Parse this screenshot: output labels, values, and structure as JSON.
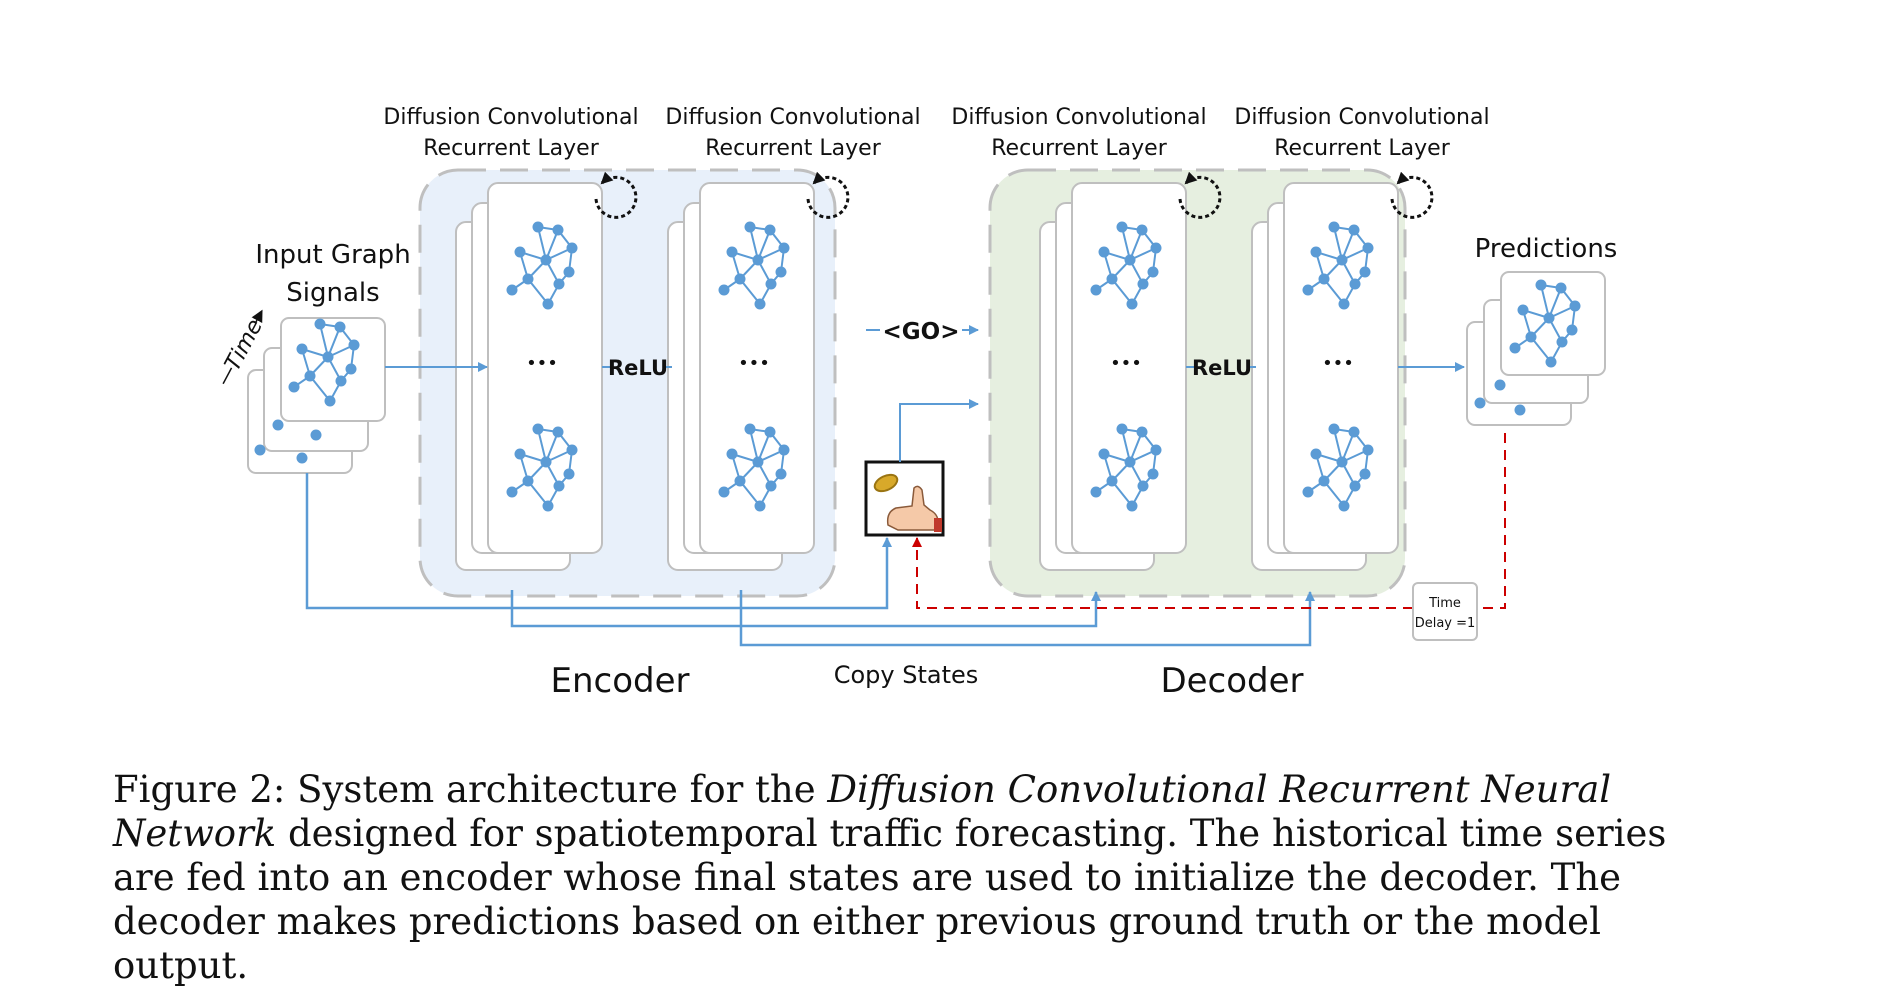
{
  "labels": {
    "layer_title_line1": "Diffusion Convolutional",
    "layer_title_line2": "Recurrent Layer",
    "input_line1": "Input Graph",
    "input_line2": "Signals",
    "time": "Time",
    "predictions": "Predictions",
    "relu": "ReLU",
    "go": "<GO>",
    "ellipsis": "•••",
    "encoder": "Encoder",
    "decoder": "Decoder",
    "copy_states": "Copy States",
    "time_delay_line1": "Time",
    "time_delay_line2": "Delay =1"
  },
  "caption": {
    "prefix": "Figure 2: System architecture for the ",
    "italic": "Diffusion Convolutional Recurrent Neural Network",
    "suffix": " designed for spatiotemporal traffic forecasting. The historical time series are fed into an encoder whose final states are used to initialize the decoder. The decoder makes predictions based on either previous ground truth or the model output."
  },
  "colors": {
    "node": "#5b9bd5",
    "edge": "#5b9bd5",
    "encoder_bg": "#e8f0fa",
    "decoder_bg": "#e6efe0",
    "dashed_border": "#bfbfbf",
    "feedback": "#cc0000"
  }
}
